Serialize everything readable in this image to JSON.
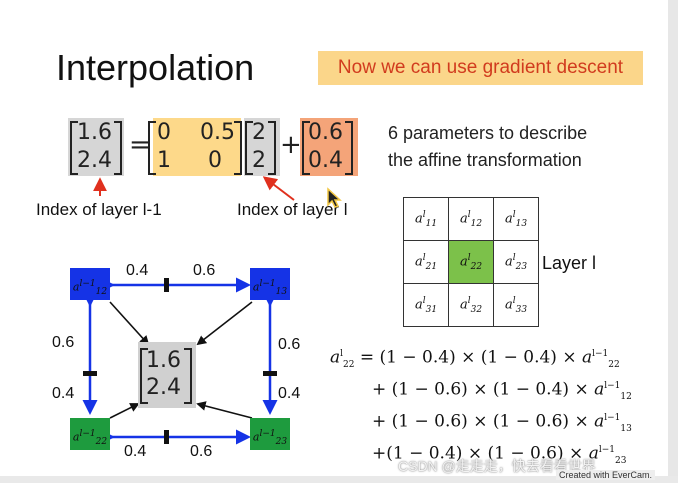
{
  "slide": {
    "title": "Interpolation",
    "banner": "Now we can use gradient descent",
    "parameters_note_line1": "6 parameters to describe",
    "parameters_note_line2": "the affine transformation",
    "label_left": "Index of layer l-1",
    "label_right": "Index of layer l",
    "layer_label": "Layer l"
  },
  "equation": {
    "lhs_vector": [
      "1.6",
      "2.4"
    ],
    "equals": "=",
    "matrix_row1": [
      "0",
      "0.5"
    ],
    "matrix_row2": [
      "1",
      "0"
    ],
    "vector_mid": [
      "2",
      "2"
    ],
    "plus": "+",
    "offset_vector": [
      "0.6",
      "0.4"
    ]
  },
  "grid": {
    "cells": [
      "a11",
      "a12",
      "a13",
      "a21",
      "a22",
      "a23",
      "a31",
      "a32",
      "a33"
    ],
    "highlight": "a22",
    "highlight_color": "#7cc14a"
  },
  "diagram": {
    "center_vector": [
      "1.6",
      "2.4"
    ],
    "weight_top_left": "0.4",
    "weight_top_right": "0.6",
    "weight_left_top": "0.6",
    "weight_left_bottom": "0.4",
    "weight_right_top": "0.6",
    "weight_right_bottom": "0.4",
    "weight_bottom_left": "0.4",
    "weight_bottom_right": "0.6",
    "node_color_top": "#1533e6",
    "node_color_bottom": "#1e9b3e"
  },
  "formula": {
    "line1": "= (1 − 0.4) × (1 − 0.4) × ",
    "line2": "+ (1 − 0.6) × (1 − 0.4) × ",
    "line3": "+ (1 − 0.6) × (1 − 0.6) × ",
    "line4": "+(1 − 0.4) × (1 − 0.6) × "
  },
  "overlay": {
    "watermark": "CSDN @走走走，快去看看世界",
    "evercam": "Created with EverCam."
  }
}
